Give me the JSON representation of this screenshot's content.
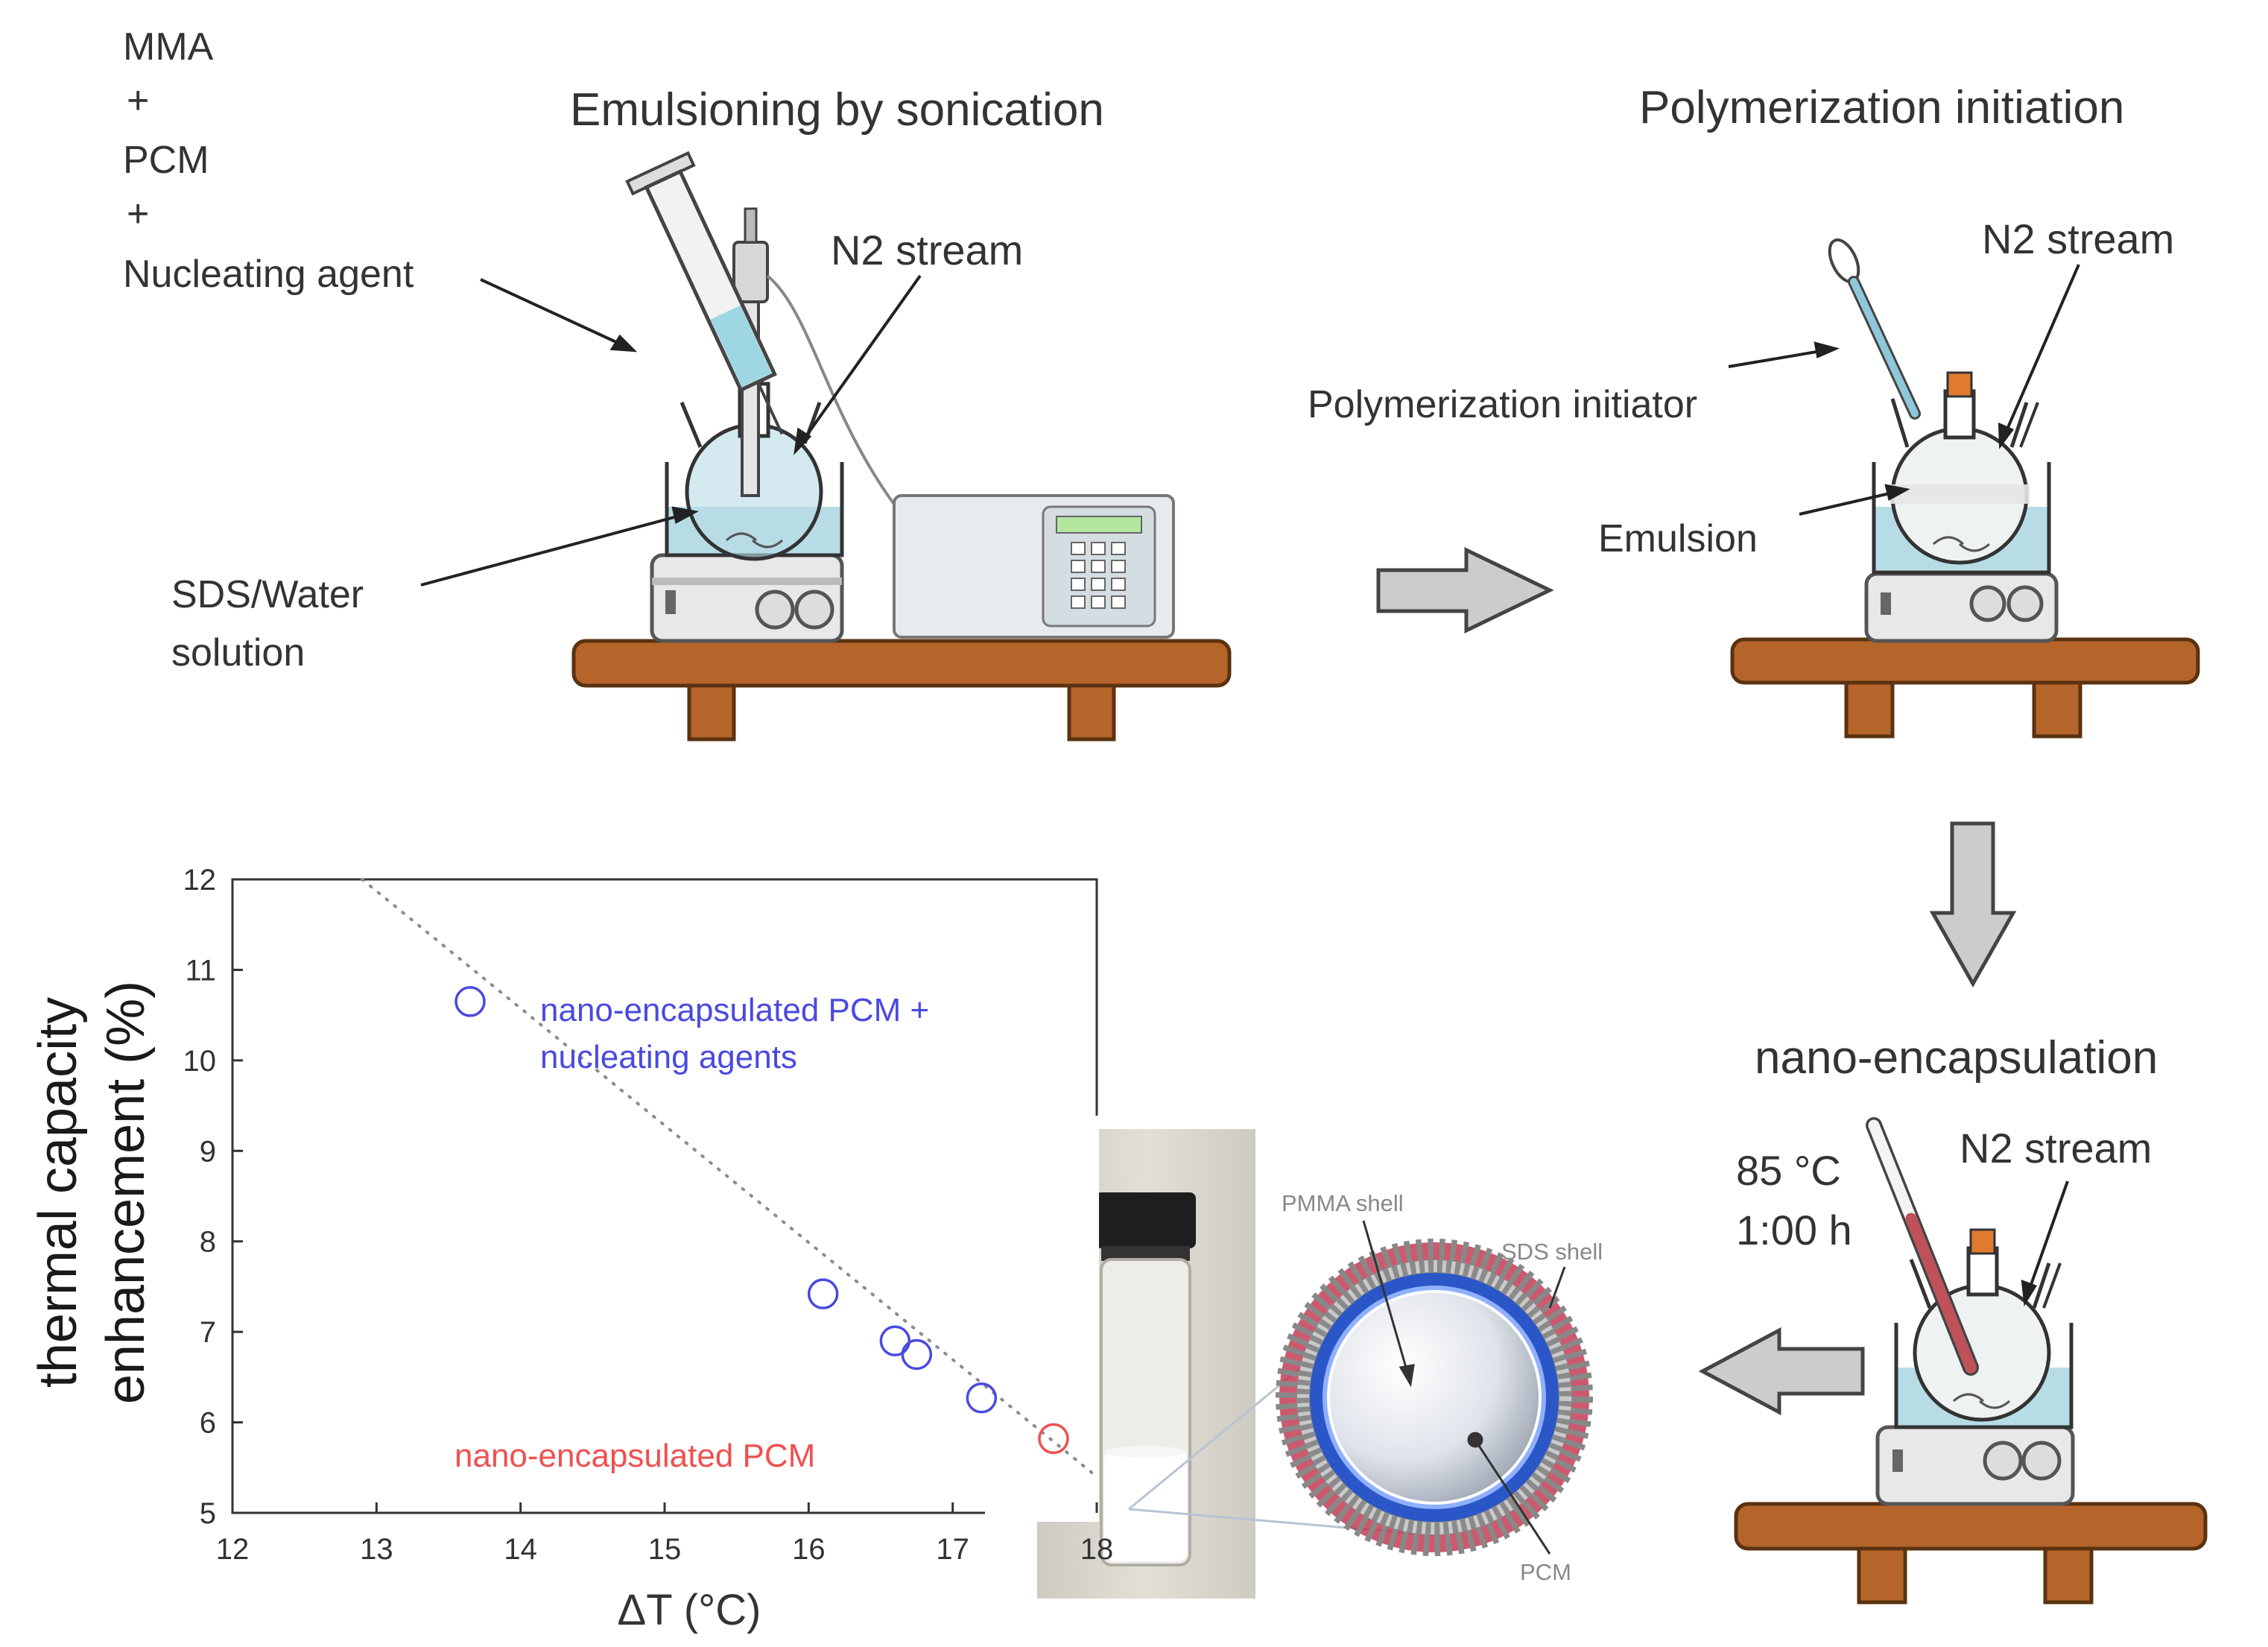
{
  "labels": {
    "reactants": [
      "MMA",
      "+",
      "PCM",
      "+",
      "Nucleating agent"
    ],
    "step1_title": "Emulsioning by sonication",
    "step1_n2": "N2  stream",
    "step1_sds_line1": "SDS/Water",
    "step1_sds_line2": "solution",
    "step2_title": "Polymerization initiation",
    "step2_n2": "N2  stream",
    "step2_initiator": "Polymerization initiator",
    "step2_emulsion": "Emulsion",
    "step3_title": "nano-encapsulation",
    "step3_temp": "85 °C",
    "step3_time": "1:00 h",
    "step3_n2": "N2  stream",
    "capsule_pmma": "PMMA shell",
    "capsule_sds": "SDS shell",
    "capsule_pcm": "PCM"
  },
  "colors": {
    "bench_wood": "#b5652a",
    "water": "#b7dce6",
    "arrow_fill": "#cccccc",
    "thermometer": "#c0505a",
    "stopper": "#e07a30",
    "pmma_blue": "#2a56c8",
    "sds_red": "#c0304a"
  },
  "chart_data": {
    "type": "scatter",
    "xlabel": "ΔT (°C)",
    "ylabel_line1": "thermal capacity",
    "ylabel_line2": "enhancement (%)",
    "xlim": [
      12,
      18
    ],
    "ylim": [
      5,
      12
    ],
    "x_ticks": [
      "12",
      "13",
      "14",
      "15",
      "16",
      "17",
      "18"
    ],
    "y_ticks": [
      "5",
      "6",
      "7",
      "8",
      "9",
      "10",
      "11",
      "12"
    ],
    "trend_line": [
      [
        12.9,
        12.0
      ],
      [
        18.0,
        5.4
      ]
    ],
    "series": [
      {
        "name_line1": "nano-encapsulated PCM +",
        "name_line2": "nucleating agents",
        "color": "#4a4ae0",
        "points": [
          [
            13.65,
            10.65
          ],
          [
            16.1,
            7.42
          ],
          [
            16.6,
            6.9
          ],
          [
            16.75,
            6.75
          ],
          [
            17.2,
            6.27
          ]
        ]
      },
      {
        "name": "nano-encapsulated PCM",
        "color": "#f05050",
        "points": [
          [
            17.7,
            5.82
          ]
        ]
      }
    ]
  }
}
